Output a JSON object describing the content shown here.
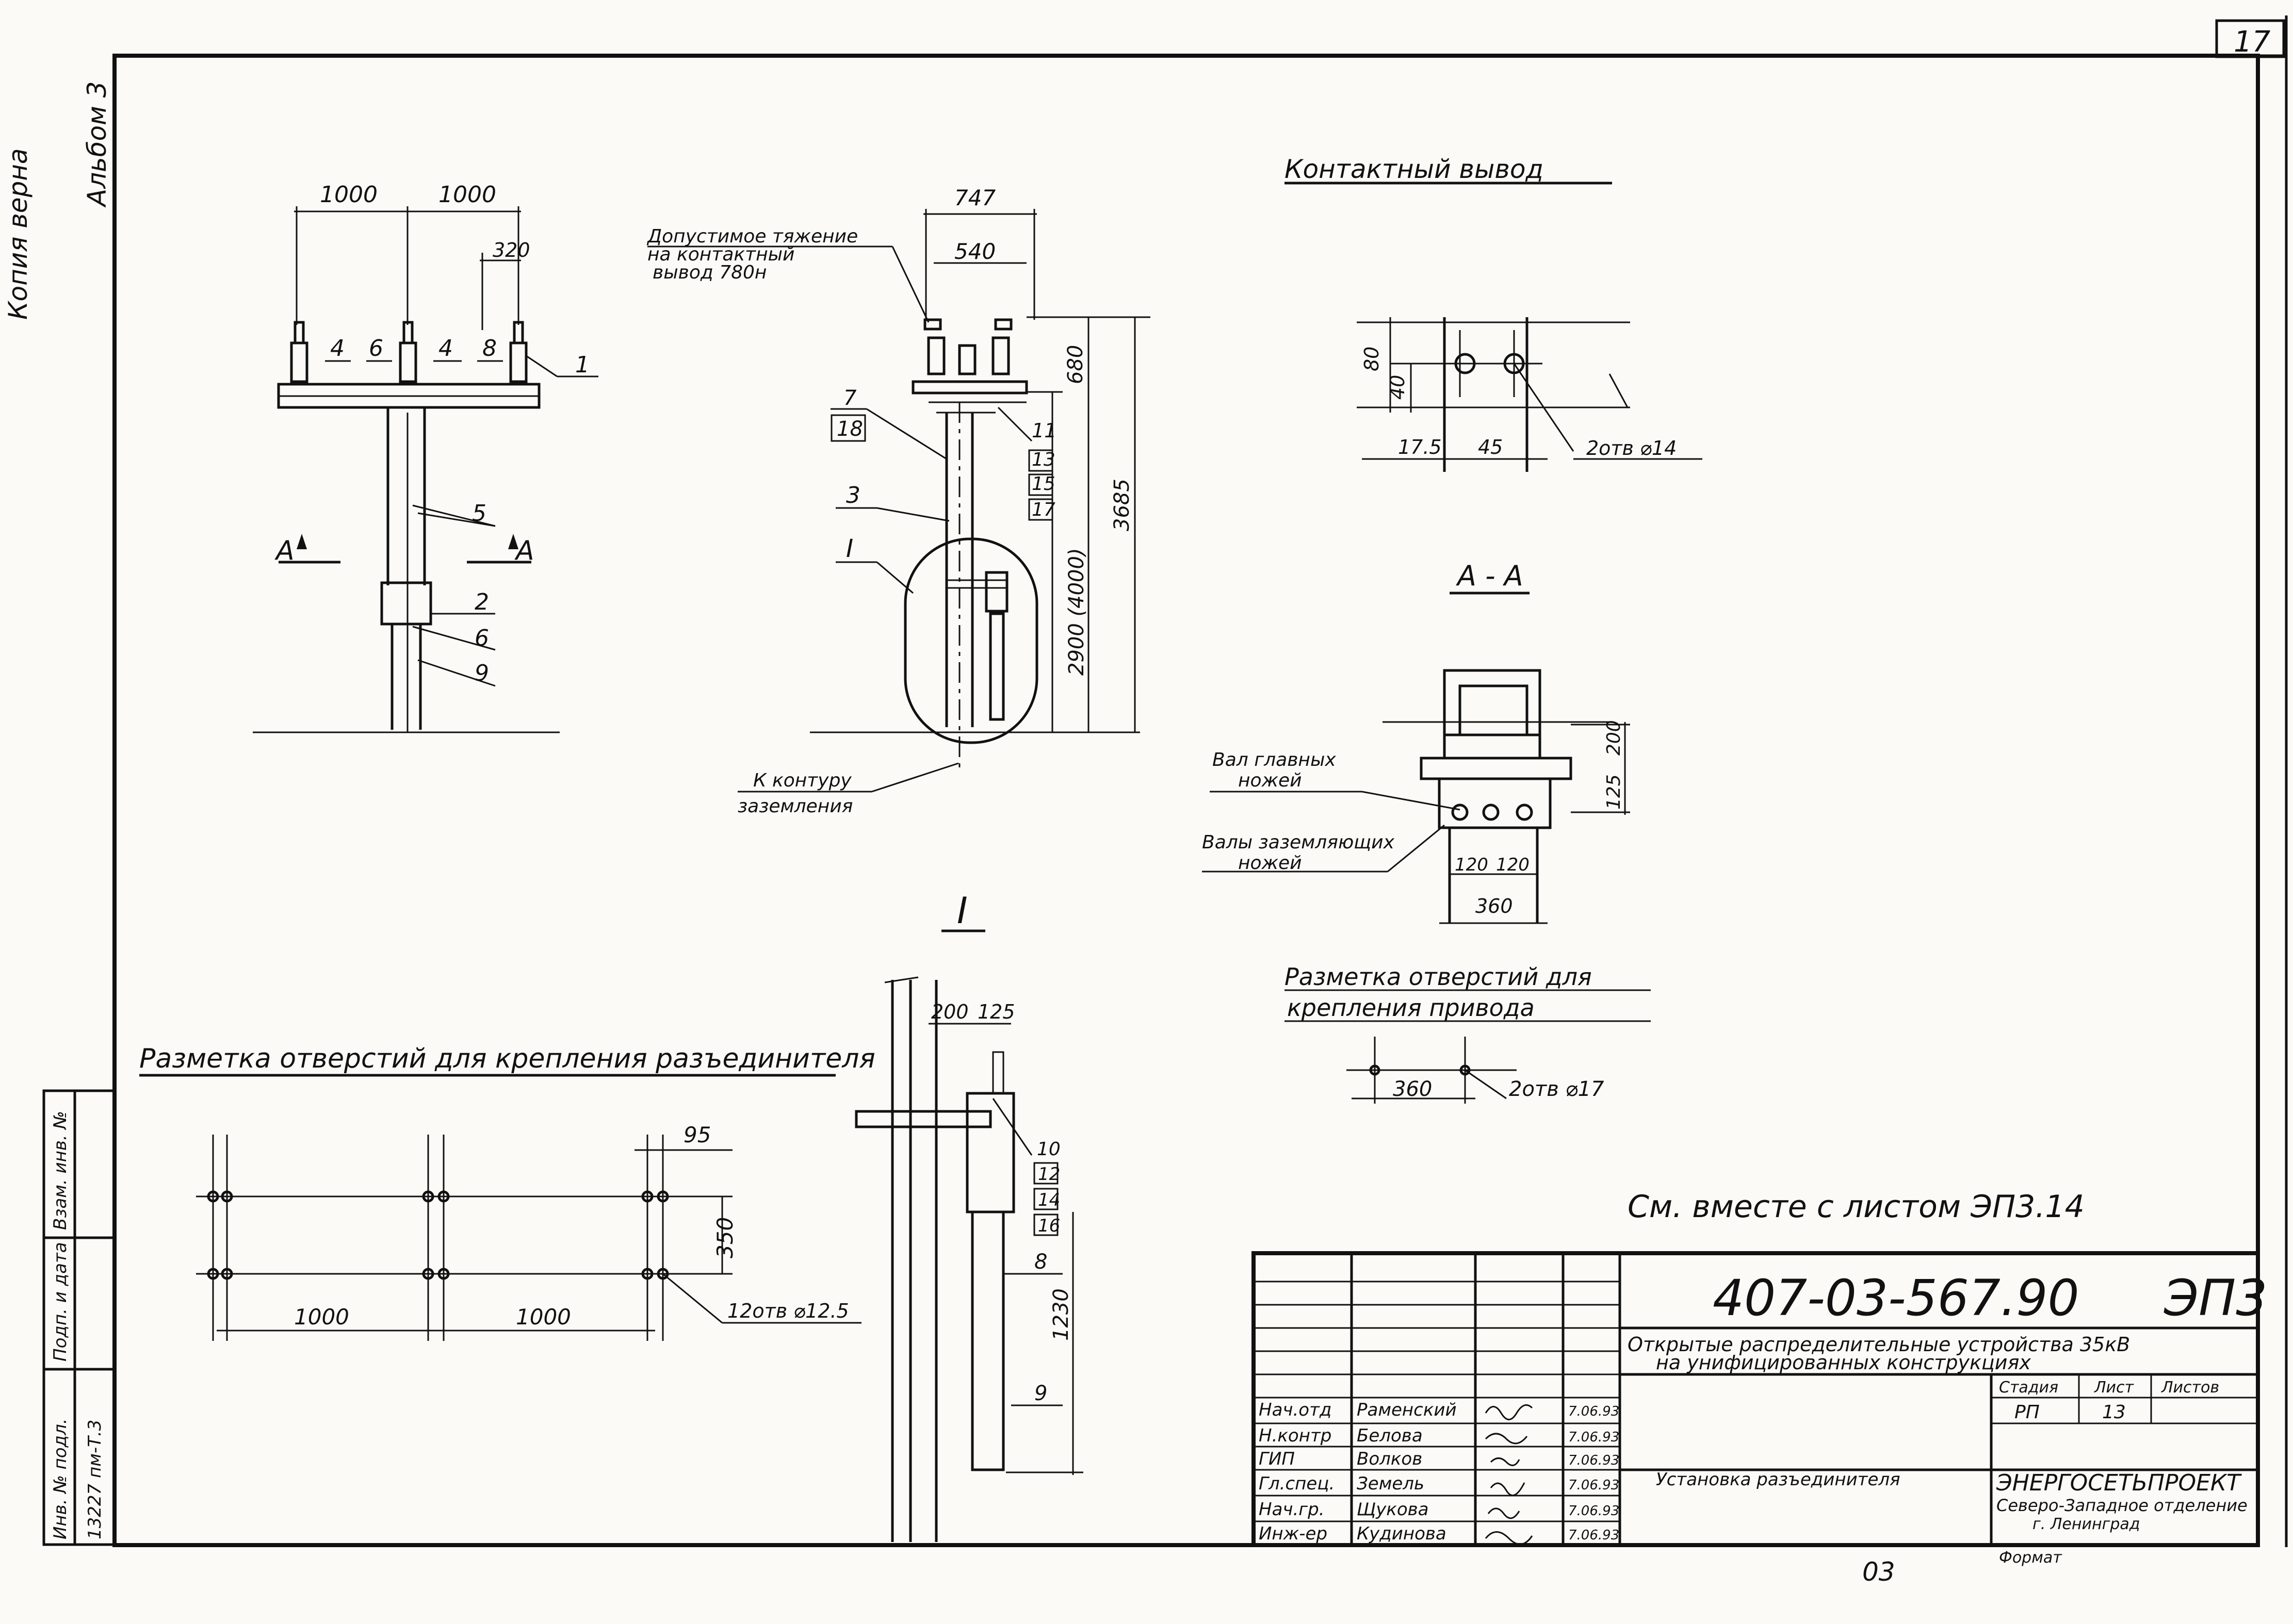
{
  "page_number": "17",
  "margin": {
    "copy_text": "Копия верна",
    "album": "Альбом 3",
    "side_table": {
      "headers": [
        "Взам. инв. №",
        "Подп. и дата",
        "Инв. № подл."
      ],
      "values": [
        "",
        "",
        "13227 пм-Т.3"
      ]
    }
  },
  "view1": {
    "dims": [
      "1000",
      "1000",
      "320"
    ],
    "callouts": [
      "1",
      "2",
      "4",
      "4",
      "5",
      "6",
      "6",
      "8",
      "9"
    ],
    "section_mark": "А"
  },
  "view2": {
    "dims": [
      "747",
      "540",
      "680",
      "2900 (4000)",
      "3685"
    ],
    "tension_note": [
      "Допустимое тяжение",
      "на контактный",
      "вывод 780н"
    ],
    "callouts": [
      "7",
      "18",
      "3",
      "I",
      "11",
      "13",
      "15",
      "17"
    ],
    "ground_note": [
      "К контуру",
      "заземления"
    ]
  },
  "contact_terminal": {
    "title": "Контактный вывод",
    "dims": [
      "80",
      "40",
      "17.5",
      "45"
    ],
    "holes": "2отв ⌀14"
  },
  "section_aa": {
    "title": "А - А",
    "labels": [
      "Вал главных",
      "ножей",
      "Валы заземляющих",
      "ножей"
    ],
    "dims": [
      "200",
      "125",
      "120",
      "120",
      "360"
    ]
  },
  "drive_holes": {
    "title": [
      "Разметка отверстий для",
      "крепления привода"
    ],
    "dim": "360",
    "holes": "2отв ⌀17"
  },
  "detail_I": {
    "title": "I",
    "dims": [
      "200",
      "125",
      "1230"
    ],
    "callouts": [
      "10",
      "12",
      "14",
      "16",
      "8",
      "9"
    ]
  },
  "disconnector_holes": {
    "title": "Разметка отверстий для крепления разъединителя",
    "dims": [
      "95",
      "350",
      "1000",
      "1000"
    ],
    "holes": "12отв ⌀12.5"
  },
  "note": "См. вместе с листом ЭП3.14",
  "title_block": {
    "doc_code": "407-03-567.90",
    "sheet_code": "ЭП3",
    "description": [
      "Открытые распределительные устройства 35кВ",
      "на унифицированных конструкциях"
    ],
    "stage_headers": [
      "Стадия",
      "Лист",
      "Листов"
    ],
    "stage_values": [
      "РП",
      "13",
      ""
    ],
    "signatures": [
      {
        "role": "Нач.отд",
        "name": "Раменский",
        "sign": "",
        "date": "7.06.93"
      },
      {
        "role": "Н.контр",
        "name": "Белова",
        "sign": "",
        "date": "7.06.93"
      },
      {
        "role": "ГИП",
        "name": "Волков",
        "sign": "",
        "date": "7.06.93"
      },
      {
        "role": "Гл.спец.",
        "name": "Земель",
        "sign": "",
        "date": "7.06.93"
      },
      {
        "role": "Нач.гр.",
        "name": "Щукова",
        "sign": "",
        "date": "7.06.93"
      },
      {
        "role": "Инж-ер",
        "name": "Кудинова",
        "sign": "",
        "date": "7.06.93"
      }
    ],
    "sheet_name": "Установка разъединителя",
    "org": [
      "ЭНЕРГОСЕТЬПРОЕКТ",
      "Северо-Западное отделение",
      "г. Ленинград"
    ],
    "format_label": "Формат",
    "bottom_mark": "03"
  }
}
